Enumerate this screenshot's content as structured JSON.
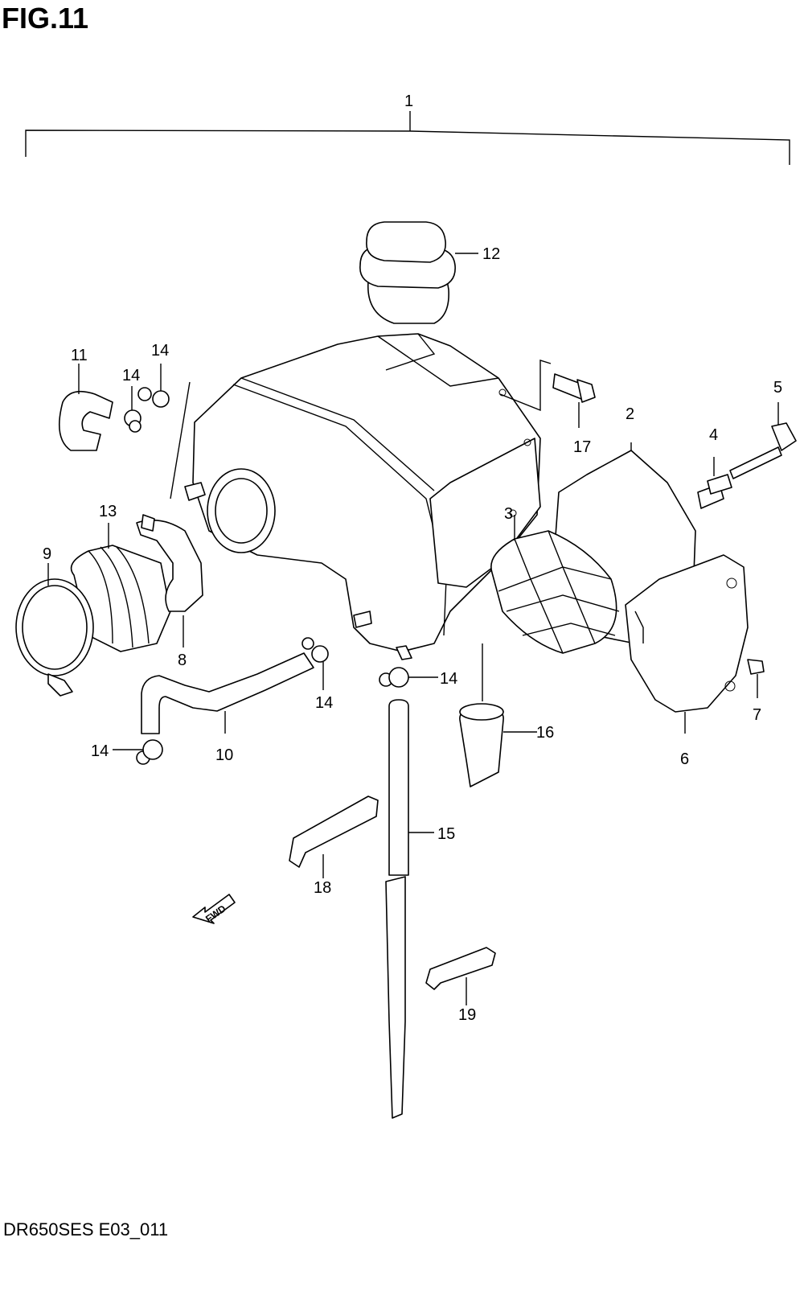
{
  "figure_title": "FIG.11",
  "drawing_code": "DR650SES E03_011",
  "direction_marker": "FWD",
  "callouts": {
    "c1": "1",
    "c2": "2",
    "c3": "3",
    "c4": "4",
    "c5": "5",
    "c6": "6",
    "c7": "7",
    "c8": "8",
    "c9": "9",
    "c10": "10",
    "c11": "11",
    "c12": "12",
    "c13": "13",
    "c14a": "14",
    "c14b": "14",
    "c14c": "14",
    "c14d": "14",
    "c14e": "14",
    "c15": "15",
    "c16": "16",
    "c17": "17",
    "c18": "18",
    "c19": "19"
  }
}
